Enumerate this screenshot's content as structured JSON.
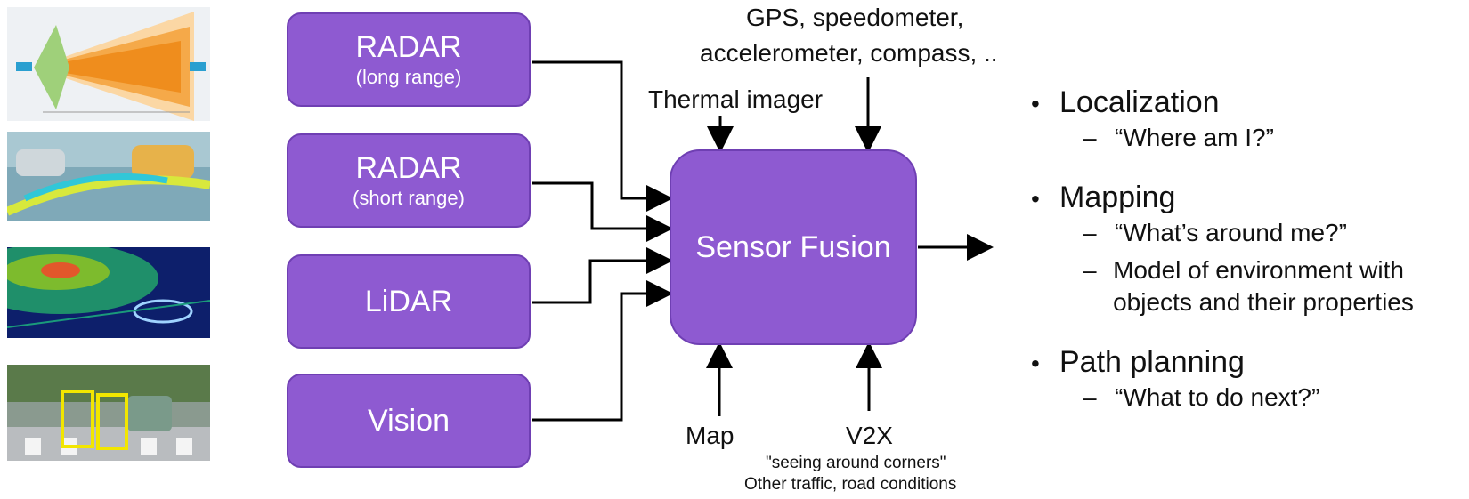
{
  "sensors": [
    {
      "name": "RADAR",
      "detail": "(long range)"
    },
    {
      "name": "RADAR",
      "detail": "(short range)"
    },
    {
      "name": "LiDAR",
      "detail": ""
    },
    {
      "name": "Vision",
      "detail": ""
    }
  ],
  "fusion": {
    "label": "Sensor Fusion"
  },
  "inputs": {
    "gps": "GPS, speedometer,",
    "gps_line2": "accelerometer, compass, ..",
    "thermal": "Thermal imager",
    "map": "Map",
    "v2x": "V2X",
    "v2x_note1": "\"seeing around corners\"",
    "v2x_note2": "Other traffic, road conditions"
  },
  "outputs": [
    {
      "title": "Localization",
      "subs": [
        "“Where am I?”"
      ]
    },
    {
      "title": "Mapping",
      "subs": [
        "“What’s around me?”",
        "Model of environment with objects and their properties"
      ]
    },
    {
      "title": "Path planning",
      "subs": [
        "“What to do next?”"
      ]
    }
  ],
  "colors": {
    "sensor_box": "#8e5ad1",
    "radar_beam": "#f39a2a",
    "detection_box": "#f2e600"
  }
}
